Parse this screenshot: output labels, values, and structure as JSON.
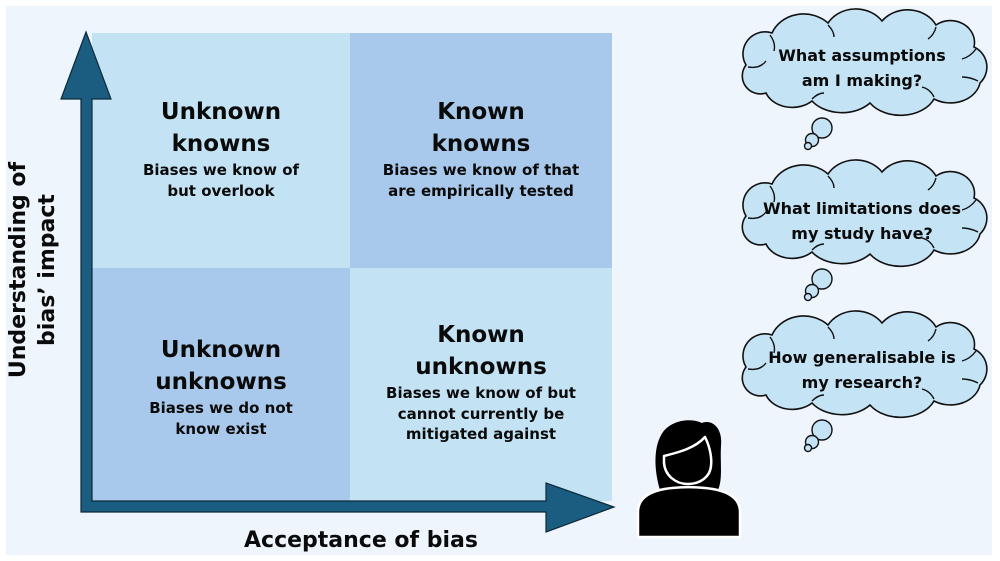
{
  "figure": {
    "y_axis": {
      "label_lines": [
        "Understanding of",
        "bias’ impact"
      ]
    },
    "x_axis": {
      "label": "Acceptance of bias"
    },
    "quadrants": [
      {
        "position": "top-left",
        "title_lines": [
          "Unknown",
          "knowns"
        ],
        "description_lines": [
          "Biases we know of",
          "but overlook"
        ],
        "color": "#c3e3f5"
      },
      {
        "position": "top-right",
        "title_lines": [
          "Known",
          "knowns"
        ],
        "description_lines": [
          "Biases we know of that",
          "are empirically tested"
        ],
        "color": "#a8c9eb"
      },
      {
        "position": "bottom-left",
        "title_lines": [
          "Unknown",
          "unknowns"
        ],
        "description_lines": [
          "Biases we do not",
          "know exist"
        ],
        "color": "#a8c9eb"
      },
      {
        "position": "bottom-right",
        "title_lines": [
          "Known",
          "unknowns"
        ],
        "description_lines": [
          "Biases we know of but",
          "cannot currently be",
          "mitigated against"
        ],
        "color": "#c3e3f5"
      }
    ]
  },
  "thought_bubbles": [
    {
      "lines": [
        "What assumptions",
        "am I making?"
      ]
    },
    {
      "lines": [
        "What limitations does",
        "my study have?"
      ]
    },
    {
      "lines": [
        "How generalisable is",
        "my research?"
      ]
    }
  ],
  "icons": {
    "axes": "axis-arrows-icon",
    "person": "person-icon",
    "thought": "thought-cloud-icon"
  },
  "colors": {
    "background": "#eff5fc",
    "axis_arrow": "#1a5d80",
    "cloud_fill": "#c4e3f5",
    "quadrant_light": "#c3e3f5",
    "quadrant_dark": "#a8c9eb"
  }
}
